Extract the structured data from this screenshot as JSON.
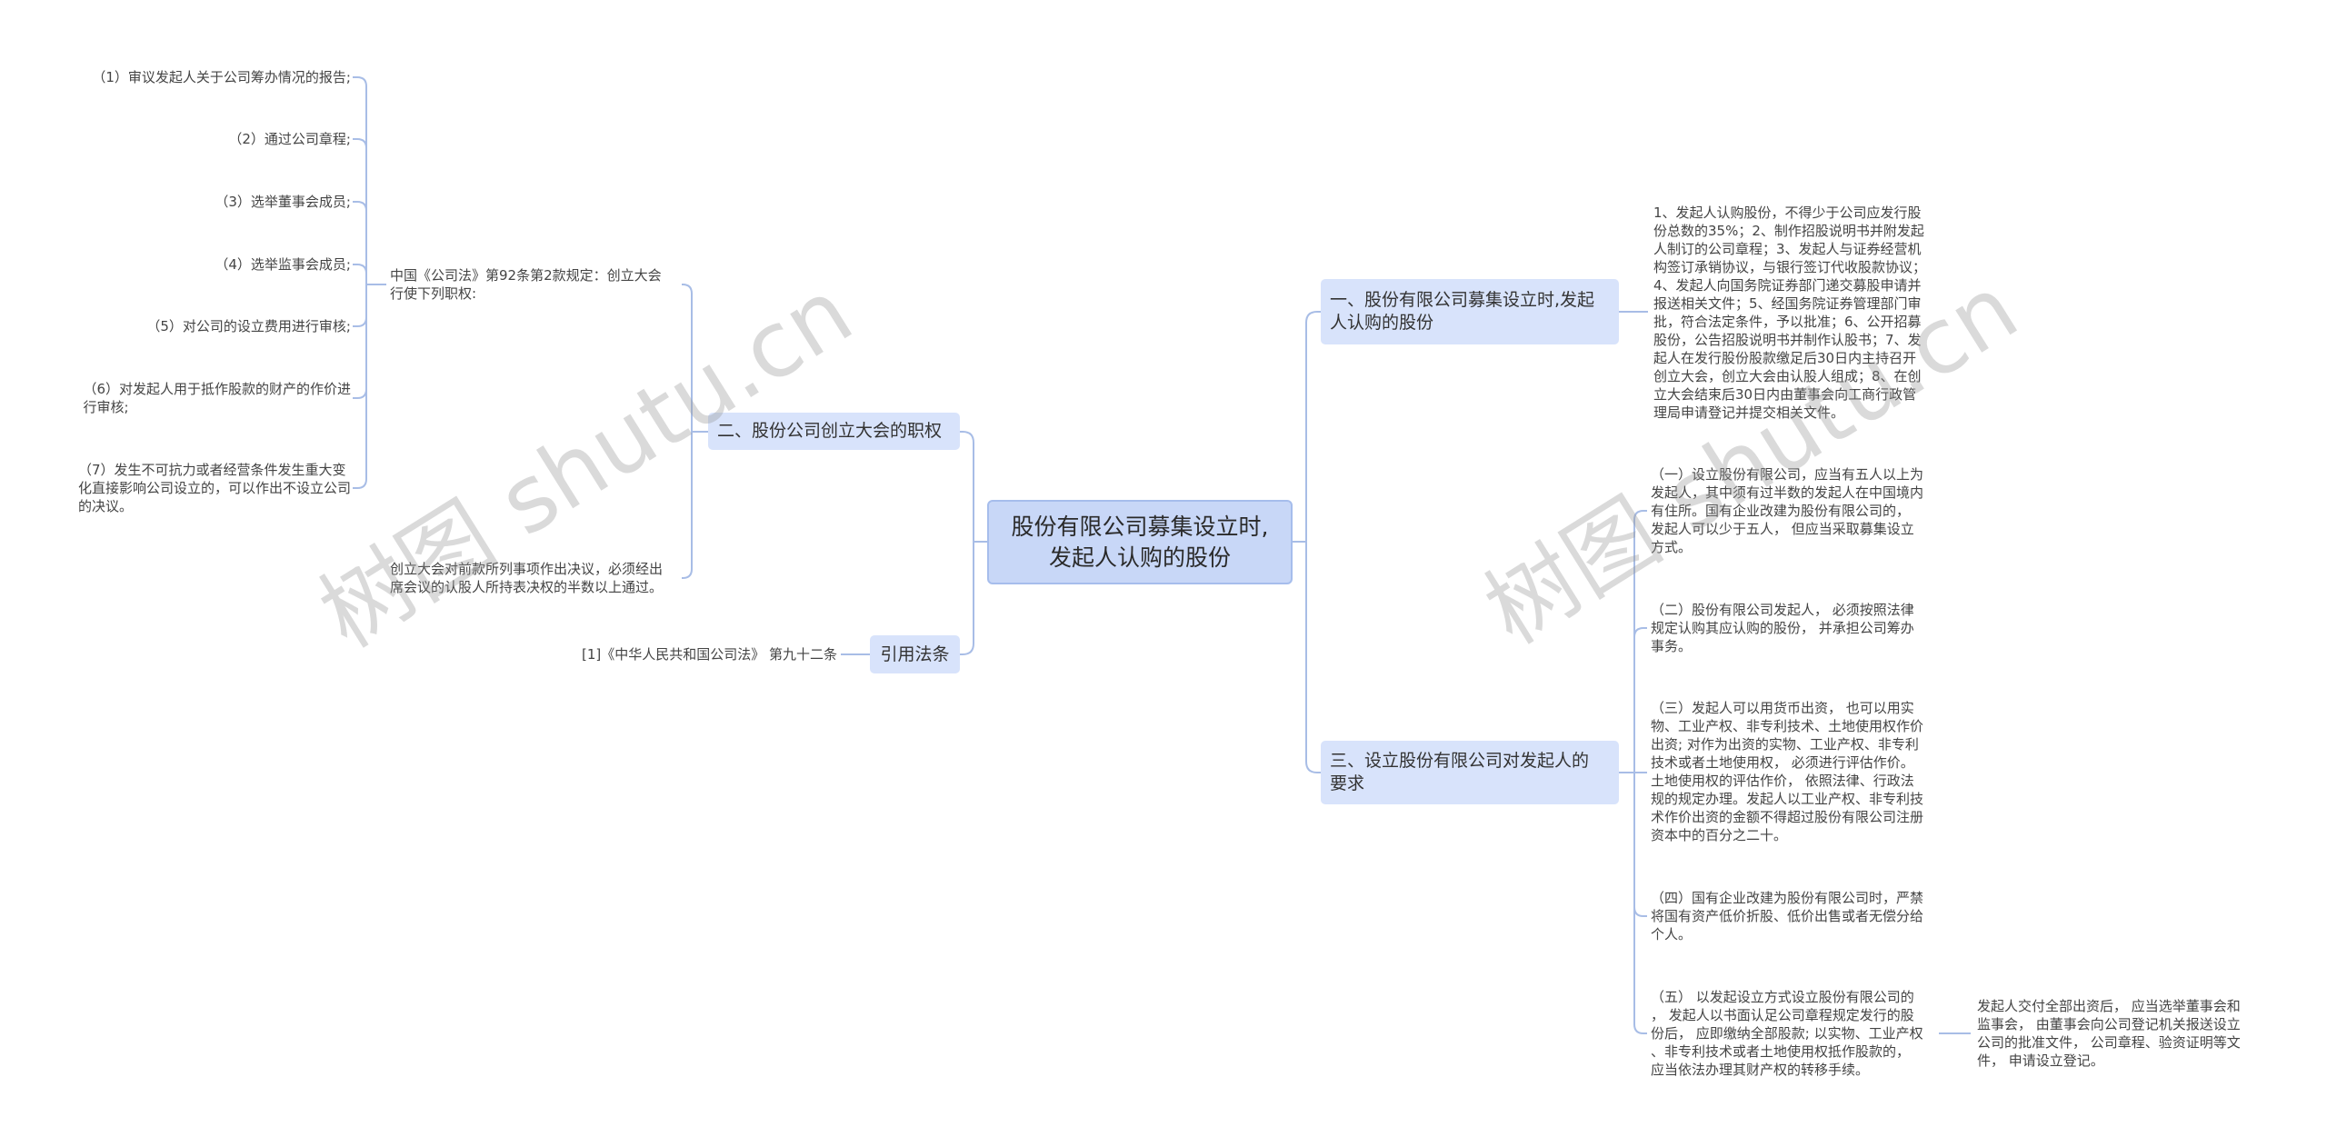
{
  "watermark": {
    "text": "树图 shutu.cn"
  },
  "colors": {
    "root_fill": "#c8d7f7",
    "root_border": "#a6bdec",
    "branch_fill": "#d8e3fb",
    "connector": "#a8bde6",
    "text": "#333333"
  },
  "root": {
    "label": "股份有限公司募集设立时,\n发起人认购的股份"
  },
  "left": {
    "powers": {
      "label": "二、股份公司创立大会的职权",
      "provision": {
        "text": "中国《公司法》第92条第2款规定：创立大会\n行使下列职权:",
        "items": [
          "（1）审议发起人关于公司筹办情况的报告;",
          "（2）通过公司章程;",
          "（3）选举董事会成员;",
          "（4）选举监事会成员;",
          "（5）对公司的设立费用进行审核;",
          "（6）对发起人用于抵作股款的财产的作价进\n行审核;",
          "（7）发生不可抗力或者经营条件发生重大变\n化直接影响公司设立的，可以作出不设立公司\n的决议。"
        ]
      },
      "resolution": {
        "text": "创立大会对前款所列事项作出决议，必须经出\n席会议的认股人所持表决权的半数以上通过。"
      }
    },
    "citation": {
      "label": "引用法条",
      "reference": "[1]《中华人民共和国公司法》 第九十二条"
    }
  },
  "right": {
    "subscription": {
      "label": "一、股份有限公司募集设立时,发起\n人认购的股份",
      "text": "1、发起人认购股份，不得少于公司应发行股\n份总数的35%；2、制作招股说明书并附发起\n人制订的公司章程；3、发起人与证券经营机\n构签订承销协议，与银行签订代收股款协议；\n4、发起人向国务院证券部门递交募股申请并\n报送相关文件；5、经国务院证券管理部门审\n批，符合法定条件，予以批准；6、公开招募\n股份，公告招股说明书并制作认股书；7、发\n起人在发行股份股款缴足后30日内主持召开\n创立大会，创立大会由认股人组成；8、在创\n立大会结束后30日内由董事会向工商行政管\n理局申请登记并提交相关文件。"
    },
    "requirements": {
      "label": "三、设立股份有限公司对发起人的\n要求",
      "items": [
        "（一）设立股份有限公司，应当有五人以上为\n发起人，其中须有过半数的发起人在中国境内\n有住所。国有企业改建为股份有限公司的，\n发起人可以少于五人， 但应当采取募集设立\n方式。",
        "（二）股份有限公司发起人， 必须按照法律\n规定认购其应认购的股份， 并承担公司筹办\n事务。",
        "（三）发起人可以用货币出资， 也可以用实\n物、工业产权、非专利技术、土地使用权作价\n出资; 对作为出资的实物、工业产权、非专利\n技术或者土地使用权， 必须进行评估作价。\n土地使用权的评估作价， 依照法律、行政法\n规的规定办理。发起人以工业产权、非专利技\n术作价出资的金额不得超过股份有限公司注册\n资本中的百分之二十。",
        "（四）国有企业改建为股份有限公司时，严禁\n将国有资产低价折股、低价出售或者无偿分给\n个人。",
        "（五） 以发起设立方式设立股份有限公司的\n， 发起人以书面认足公司章程规定发行的股\n份后， 应即缴纳全部股款; 以实物、工业产权\n、非专利技术或者土地使用权抵作股款的，\n应当依法办理其财产权的转移手续。"
      ],
      "item5_detail": "发起人交付全部出资后， 应当选举董事会和\n监事会， 由董事会向公司登记机关报送设立\n公司的批准文件， 公司章程、验资证明等文\n件， 申请设立登记。"
    }
  }
}
